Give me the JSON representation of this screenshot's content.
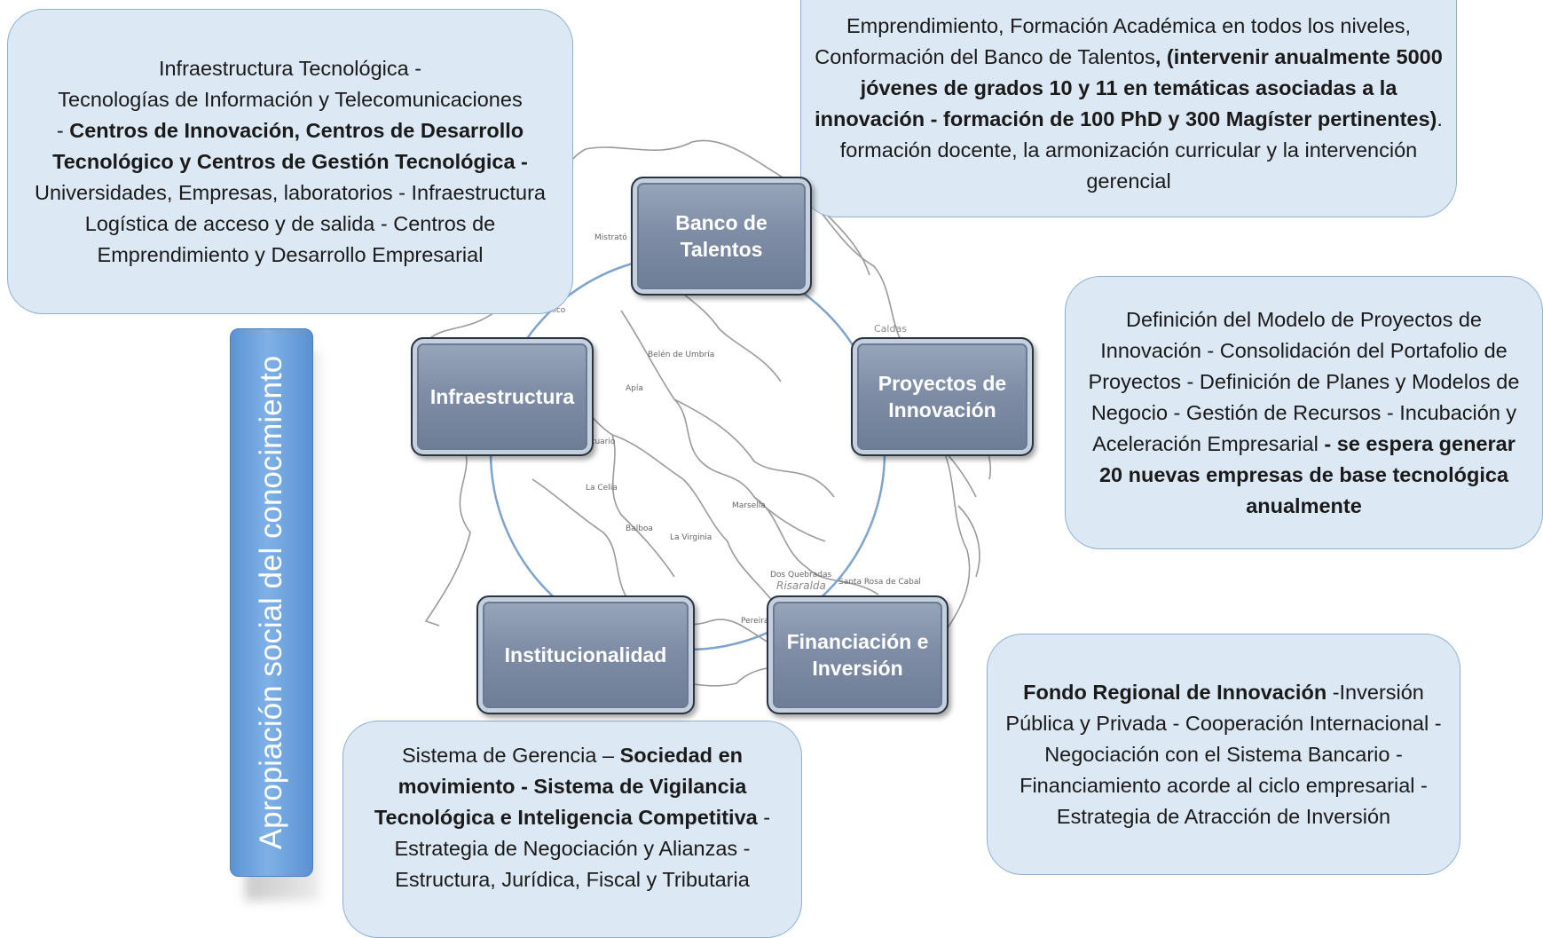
{
  "map": {
    "labels": [
      "Mistrató",
      "Pueblo Rico",
      "Belén de Umbría",
      "Apía",
      "Santuario",
      "La Celia",
      "Balboa",
      "La Virginia",
      "Marsella",
      "Dos Quebradas",
      "Santa Rosa de Cabal",
      "Pereira",
      "Risaralda",
      "Caldas"
    ]
  },
  "nodes": {
    "banco": "Banco de Talentos",
    "proyectos": "Proyectos de Innovación",
    "financiacion": "Financiación e Inversión",
    "institucionalidad": "Institucionalidad",
    "infraestructura": "Infraestructura"
  },
  "side_bar": {
    "label": "Apropiación social del conocimiento"
  },
  "callouts": {
    "infraestructura": {
      "t1": "Infraestructura Tecnológica -",
      "t2": "Tecnologías de Información y Telecomunicaciones",
      "t3": "- ",
      "b1": "Centros de Innovación, Centros de Desarrollo Tecnológico y Centros de Gestión Tecnológica -",
      "t4": " Universidades, Empresas, laboratorios - Infraestructura Logística de acceso y de salida - Centros de Emprendimiento y Desarrollo Empresarial"
    },
    "banco": {
      "t1": "Emprendimiento, Formación Académica en todos los niveles, Conformación del Banco de Talentos",
      "b1": ", (intervenir anualmente 5000 jóvenes de grados 10 y 11 en temáticas asociadas a la innovación - formación de 100 PhD y 300 Magíster pertinentes)",
      "t2": ".  formación docente, la armonización curricular y la intervención gerencial"
    },
    "proyectos": {
      "t1": "Definición del Modelo de Proyectos de Innovación - Consolidación del Portafolio de Proyectos - Definición de Planes y Modelos de Negocio - Gestión de Recursos - Incubación y Aceleración Empresarial",
      "b1": " - se espera generar 20 nuevas empresas de base tecnológica anualmente"
    },
    "financiacion": {
      "b1": "Fondo Regional de Innovación",
      "t1": " -Inversión Pública y Privada - Cooperación Internacional - Negociación con el Sistema Bancario - Financiamiento acorde al ciclo empresarial - Estrategia de Atracción de Inversión"
    },
    "institucionalidad": {
      "t1": "Sistema de Gerencia – ",
      "b1": "Sociedad en movimiento - Sistema de Vigilancia Tecnológica e Inteligencia Competitiva",
      "t2": " - Estrategia de Negociación y Alianzas - Estructura, Jurídica, Fiscal y Tributaria"
    }
  }
}
